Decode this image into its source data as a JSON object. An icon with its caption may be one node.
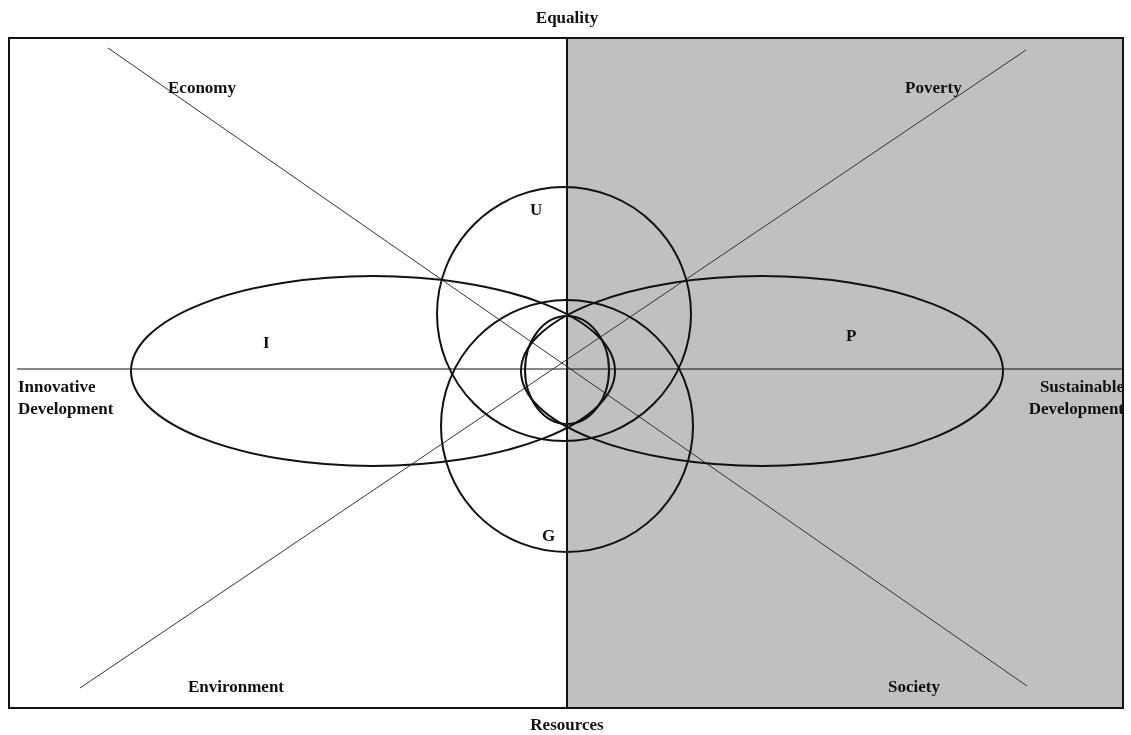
{
  "diagram": {
    "nodes": [
      {
        "text": [
          "U"
        ]
      },
      {
        "text": [
          "I"
        ]
      },
      {
        "text": [
          "P"
        ]
      },
      {
        "text": [
          "G"
        ]
      },
      {
        "text": [],
        "shape": "ellipse"
      }
    ],
    "labels": [
      "Equality",
      "Economy",
      "Poverty",
      "Innovative Development",
      "Sustainable Development",
      "Environment",
      "Society",
      "Resources"
    ]
  }
}
